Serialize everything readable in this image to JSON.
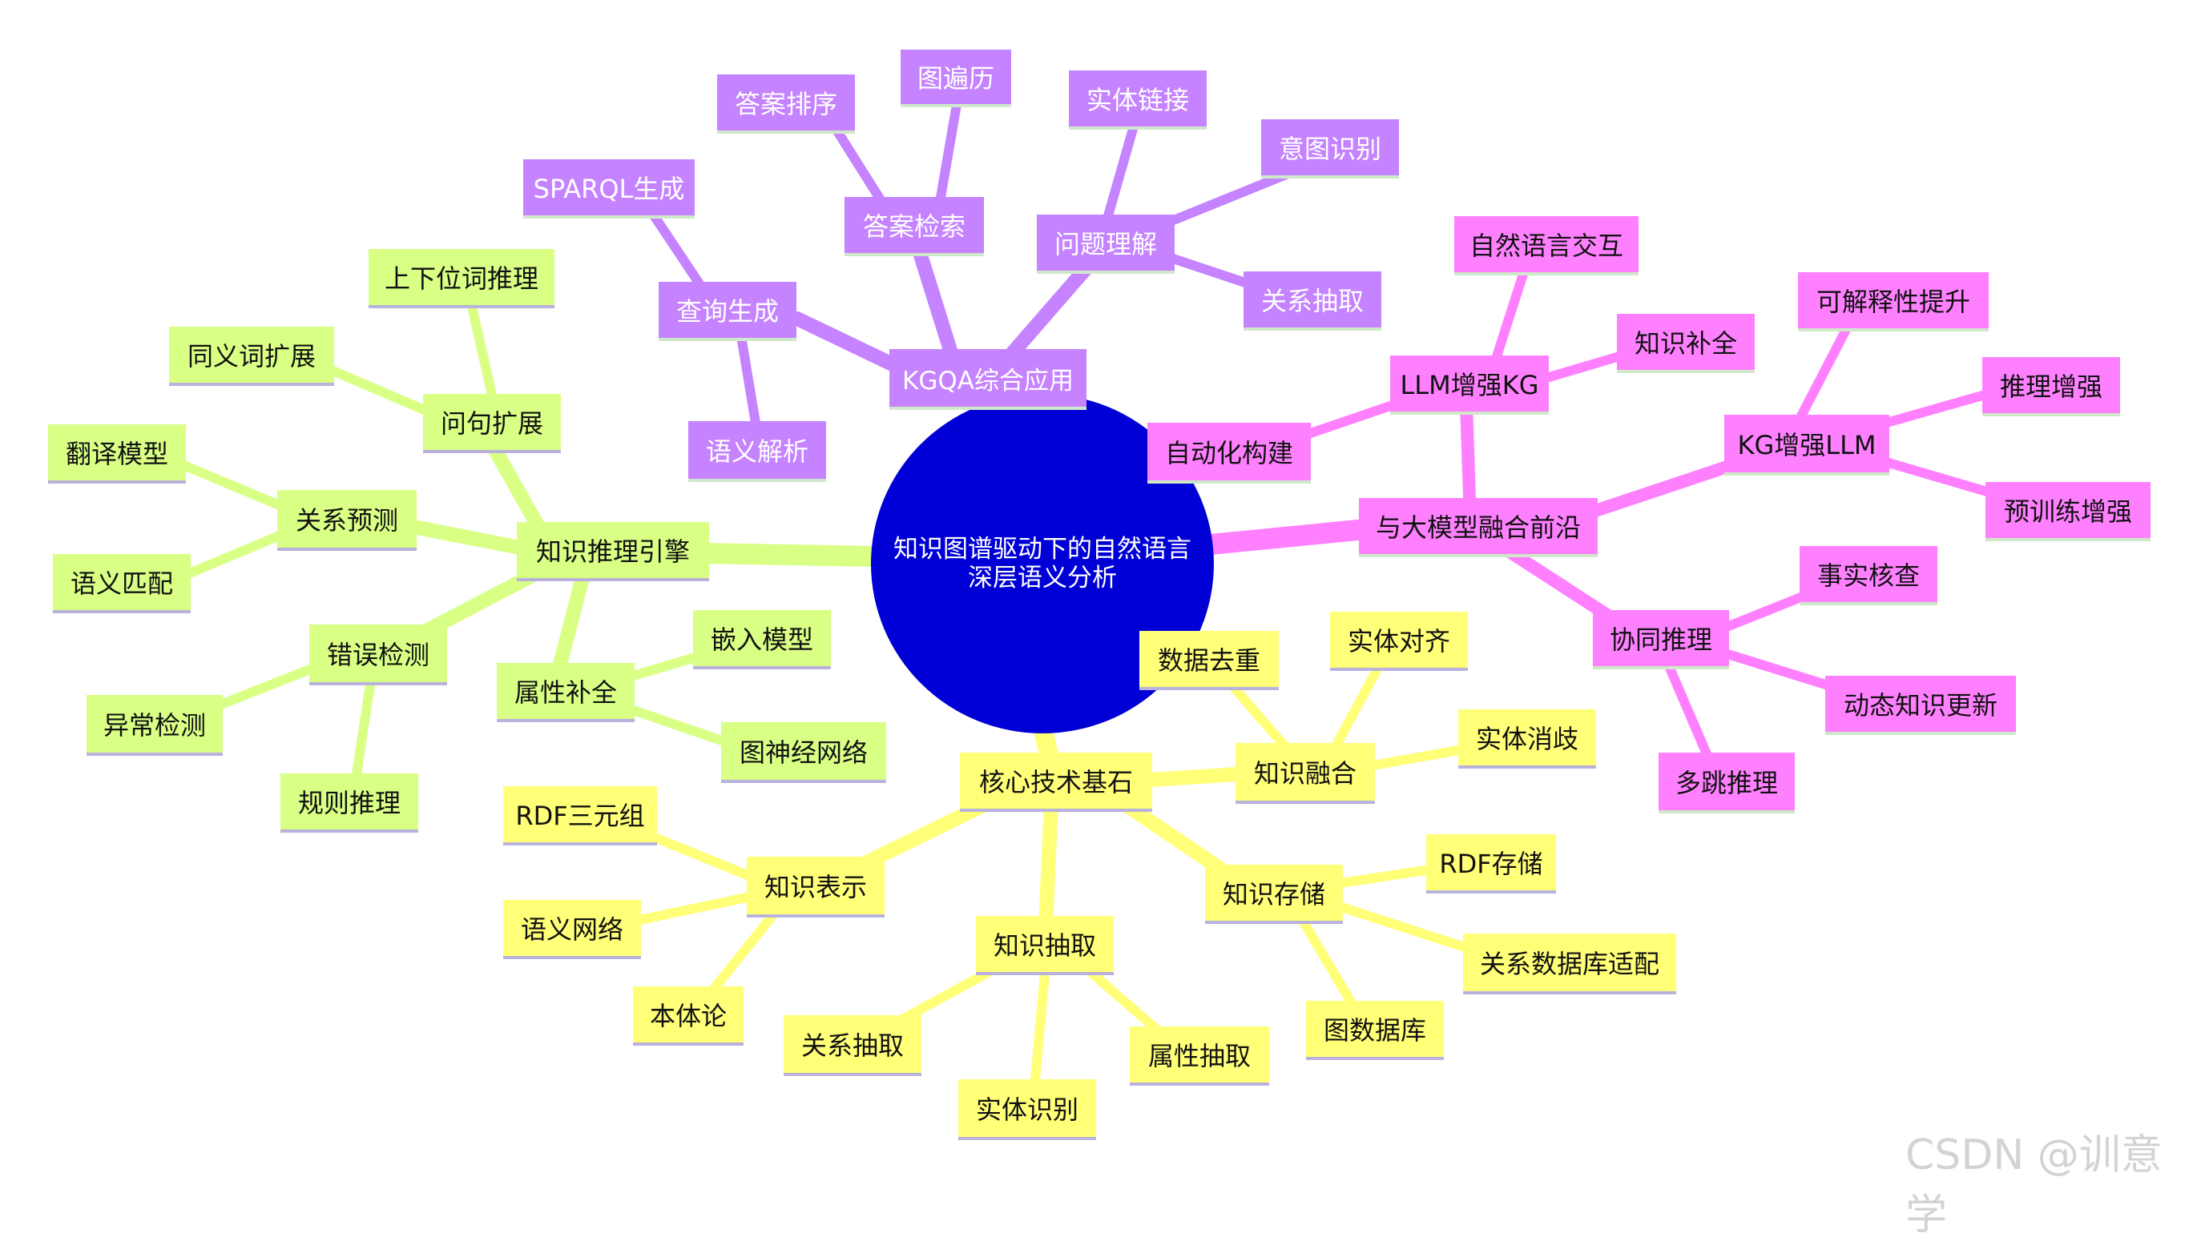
{
  "center": {
    "line1": "知识图谱驱动下的自然语言",
    "line2": "深层语义分析"
  },
  "branches": {
    "kgqa": {
      "label": "KGQA综合应用",
      "query_gen": {
        "label": "查询生成",
        "children": [
          "SPARQL生成",
          "语义解析"
        ]
      },
      "answer_retrieval": {
        "label": "答案检索",
        "children": [
          "答案排序",
          "图遍历"
        ]
      },
      "question_understanding": {
        "label": "问题理解",
        "children": [
          "实体链接",
          "意图识别",
          "关系抽取"
        ]
      }
    },
    "llm_fusion": {
      "label": "与大模型融合前沿",
      "llm_kg": {
        "label": "LLM增强KG",
        "children": [
          "自然语言交互",
          "知识补全",
          "自动化构建"
        ]
      },
      "kg_llm": {
        "label": "KG增强LLM",
        "children": [
          "可解释性提升",
          "推理增强",
          "预训练增强"
        ]
      },
      "collab": {
        "label": "协同推理",
        "children": [
          "事实核查",
          "动态知识更新",
          "多跳推理"
        ]
      }
    },
    "reasoning": {
      "label": "知识推理引擎",
      "query_expansion": {
        "label": "问句扩展",
        "children": [
          "上下位词推理",
          "同义词扩展"
        ]
      },
      "relation_prediction": {
        "label": "关系预测",
        "children": [
          "翻译模型",
          "语义匹配"
        ]
      },
      "error_detection": {
        "label": "错误检测",
        "children": [
          "异常检测",
          "规则推理"
        ]
      },
      "attribute_completion": {
        "label": "属性补全",
        "children": [
          "嵌入模型",
          "图神经网络"
        ]
      }
    },
    "core": {
      "label": "核心技术基石",
      "fusion": {
        "label": "知识融合",
        "children": [
          "数据去重",
          "实体对齐",
          "实体消歧"
        ]
      },
      "representation": {
        "label": "知识表示",
        "children": [
          "RDF三元组",
          "语义网络",
          "本体论"
        ]
      },
      "extraction": {
        "label": "知识抽取",
        "children": [
          "关系抽取",
          "实体识别",
          "属性抽取"
        ]
      },
      "storage": {
        "label": "知识存储",
        "children": [
          "RDF存储",
          "关系数据库适配",
          "图数据库"
        ]
      }
    }
  },
  "colors": {
    "purple": "#c583ff",
    "pink": "#ff80ff",
    "green": "#d9ff85",
    "yellow": "#ffff78",
    "center": "#0000d6"
  },
  "watermark": "CSDN @训意学"
}
